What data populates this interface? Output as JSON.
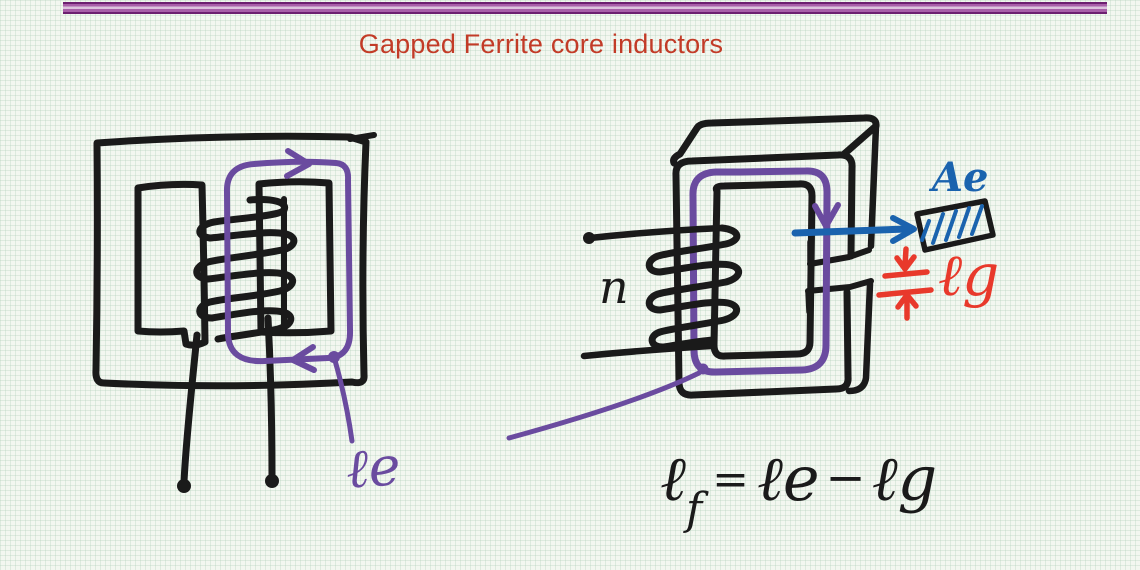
{
  "title": "Gapped Ferrite core inductors",
  "left_figure": {
    "description": "ungapped ferrite core with winding and flux loop",
    "flux_label": "ℓe"
  },
  "right_figure": {
    "description": "gapped ferrite core with winding, air gap and cross-section callout",
    "turns_label": "n",
    "area_label": "Ae",
    "gap_label": "ℓg"
  },
  "equation": {
    "lhs": "ℓ",
    "lhs_sub": "f",
    "equals": "=",
    "term1": "ℓe",
    "operator": "−",
    "term2": "ℓg"
  },
  "colors": {
    "ink": "#1a1a1a",
    "flux": "#6a4b9f",
    "blue": "#1a63ae",
    "red": "#e8392b",
    "title_red": "#c23b27",
    "bar_dark": "#6d1f70",
    "bar_mid": "#a85fa8",
    "bar_light": "#ddc3de"
  }
}
